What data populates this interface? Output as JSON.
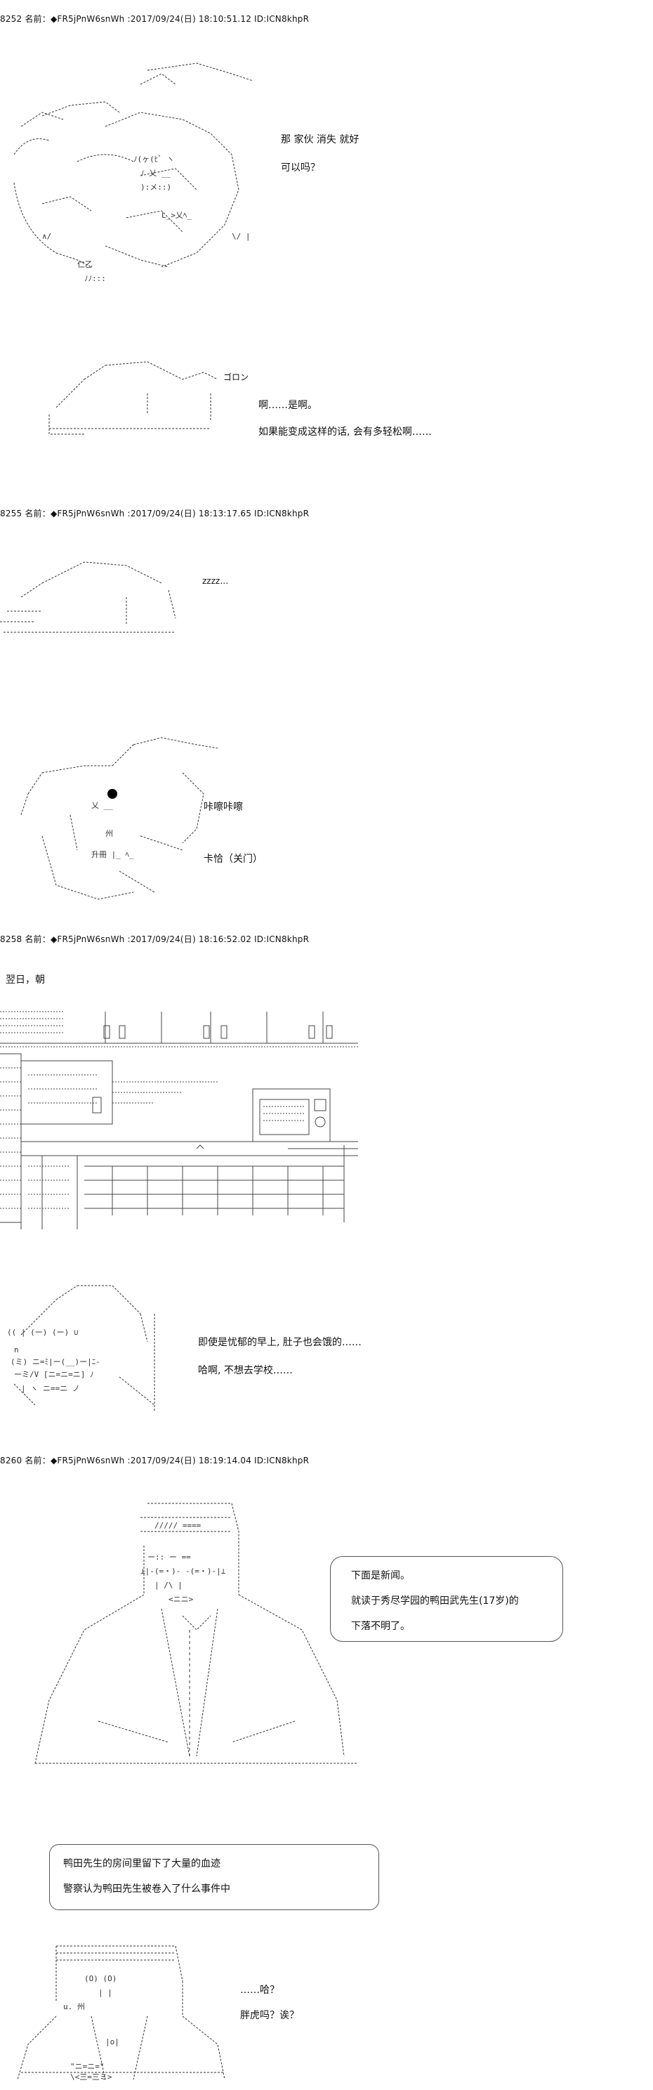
{
  "posts": [
    {
      "header": "8252 名前：◆FR5jPnW6snWh :2017/09/24(日) 18:10:51.12 ID:ICN8khpR",
      "lines": [
        "那 家伙 消失 就好",
        "可以吗？"
      ],
      "scene2_sfx": "ゴロン",
      "scene2_lines": [
        "啊……是啊。",
        "如果能变成这样的话, 会有多轻松啊……"
      ]
    },
    {
      "header": "8255 名前：◆FR5jPnW6snWh :2017/09/24(日) 18:13:17.65 ID:ICN8khpR",
      "sfx": "zzzz…",
      "lines": [
        "咔嚓咔嚓",
        "卡恰（关门）"
      ]
    },
    {
      "header": "8258 名前：◆FR5jPnW6snWh :2017/09/24(日) 18:16:52.02 ID:ICN8khpR",
      "caption": "翌日，朝",
      "lines": [
        "即使是忧郁的早上, 肚子也会饿的……",
        "哈啊, 不想去学校……"
      ]
    },
    {
      "header": "8260 名前：◆FR5jPnW6snWh :2017/09/24(日) 18:19:14.04 ID:ICN8khpR",
      "news_bubble": [
        "下面是新闻。",
        "就读于秀尽学园的鸭田武先生(17岁)的",
        "下落不明了。"
      ],
      "box_lines": [
        "鸭田先生的房间里留下了大量的血迹",
        "警察认为鸭田先生被卷入了什么事件中"
      ],
      "lines": [
        "……哈？",
        "胖虎吗？诶？"
      ]
    }
  ]
}
